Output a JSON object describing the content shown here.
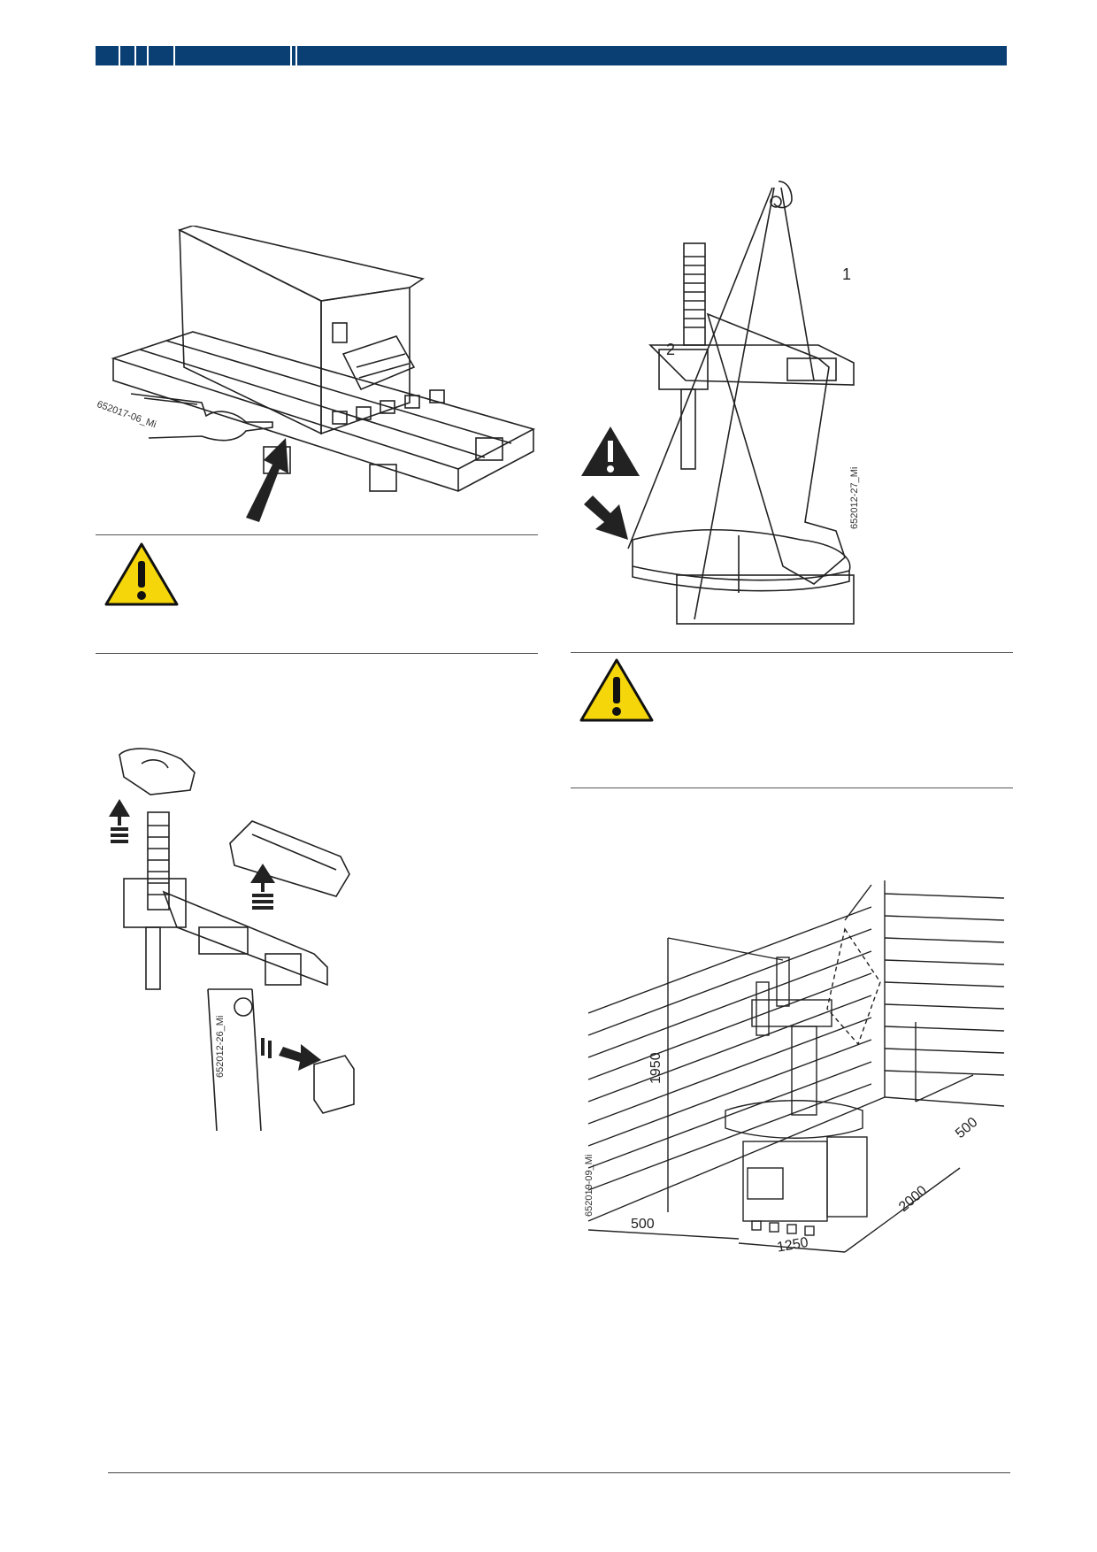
{
  "header": {
    "bar_color": "#0a3f73"
  },
  "figures": {
    "pallet": {
      "code": "652017-06_Mi"
    },
    "hoist": {
      "code": "652012-27_Mi",
      "callout_1": "1",
      "callout_2": "2"
    },
    "arm": {
      "code": "652012-26_Mi"
    },
    "space": {
      "code": "652019-09_Mi",
      "dim_height": "1950",
      "dim_left": "500",
      "dim_width": "1250",
      "dim_depth": "2000",
      "dim_back": "500"
    }
  },
  "warnings": {
    "icon": "warning-triangle-icon",
    "color": "#f5d60a"
  }
}
